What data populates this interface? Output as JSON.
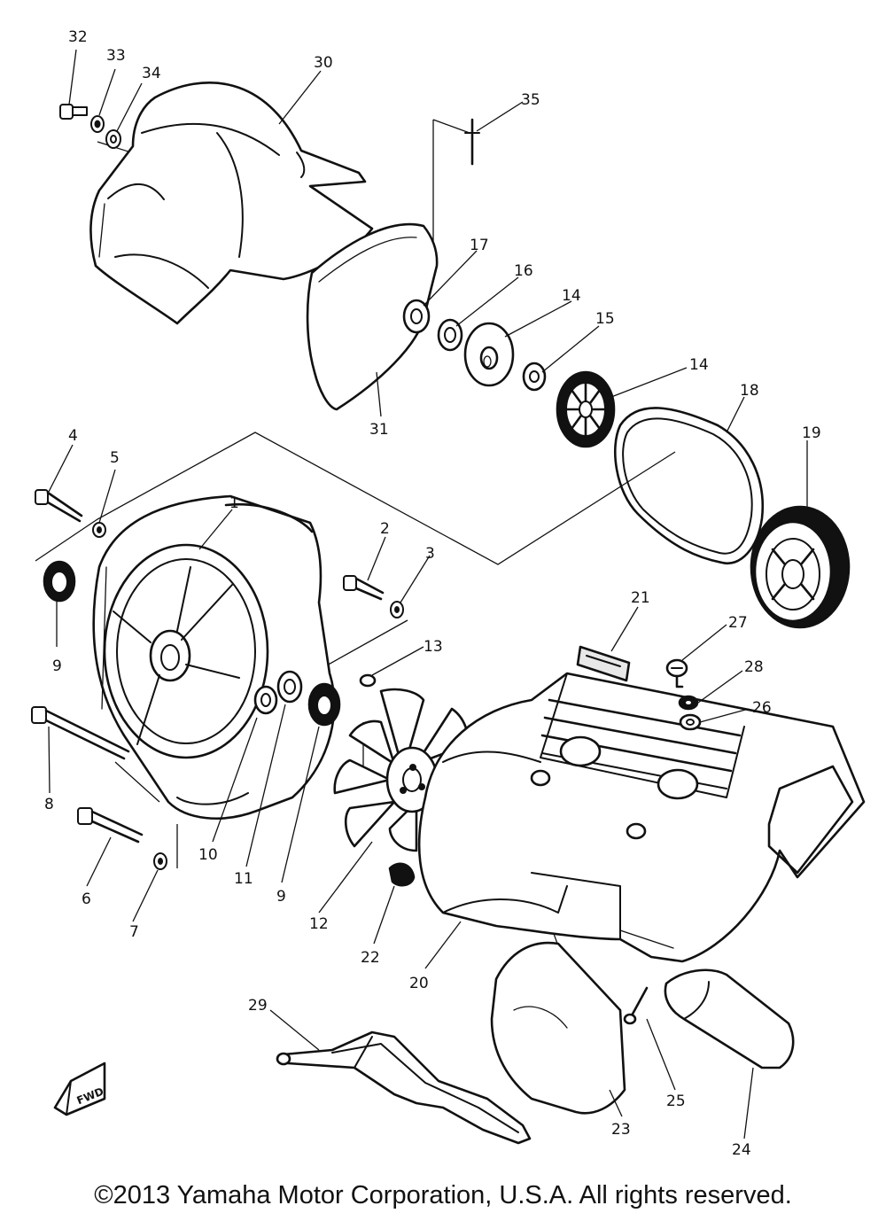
{
  "callouts": [
    {
      "id": "c32",
      "label": "32"
    },
    {
      "id": "c33",
      "label": "33"
    },
    {
      "id": "c34",
      "label": "34"
    },
    {
      "id": "c30",
      "label": "30"
    },
    {
      "id": "c35",
      "label": "35"
    },
    {
      "id": "c17",
      "label": "17"
    },
    {
      "id": "c16",
      "label": "16"
    },
    {
      "id": "c14a",
      "label": "14"
    },
    {
      "id": "c15",
      "label": "15"
    },
    {
      "id": "c14b",
      "label": "14"
    },
    {
      "id": "c18",
      "label": "18"
    },
    {
      "id": "c19",
      "label": "19"
    },
    {
      "id": "c31",
      "label": "31"
    },
    {
      "id": "c4",
      "label": "4"
    },
    {
      "id": "c5",
      "label": "5"
    },
    {
      "id": "c1",
      "label": "1"
    },
    {
      "id": "c2",
      "label": "2"
    },
    {
      "id": "c3",
      "label": "3"
    },
    {
      "id": "c9a",
      "label": "9"
    },
    {
      "id": "c13",
      "label": "13"
    },
    {
      "id": "c21",
      "label": "21"
    },
    {
      "id": "c27",
      "label": "27"
    },
    {
      "id": "c28",
      "label": "28"
    },
    {
      "id": "c26",
      "label": "26"
    },
    {
      "id": "c8",
      "label": "8"
    },
    {
      "id": "c10",
      "label": "10"
    },
    {
      "id": "c11",
      "label": "11"
    },
    {
      "id": "c9b",
      "label": "9"
    },
    {
      "id": "c12",
      "label": "12"
    },
    {
      "id": "c6",
      "label": "6"
    },
    {
      "id": "c7",
      "label": "7"
    },
    {
      "id": "c22",
      "label": "22"
    },
    {
      "id": "c20",
      "label": "20"
    },
    {
      "id": "c29",
      "label": "29"
    },
    {
      "id": "c23",
      "label": "23"
    },
    {
      "id": "c25",
      "label": "25"
    },
    {
      "id": "c24",
      "label": "24"
    }
  ],
  "fwd_mark": "FWD",
  "copyright": "©2013 Yamaha Motor Corporation, U.S.A. All rights reserved."
}
